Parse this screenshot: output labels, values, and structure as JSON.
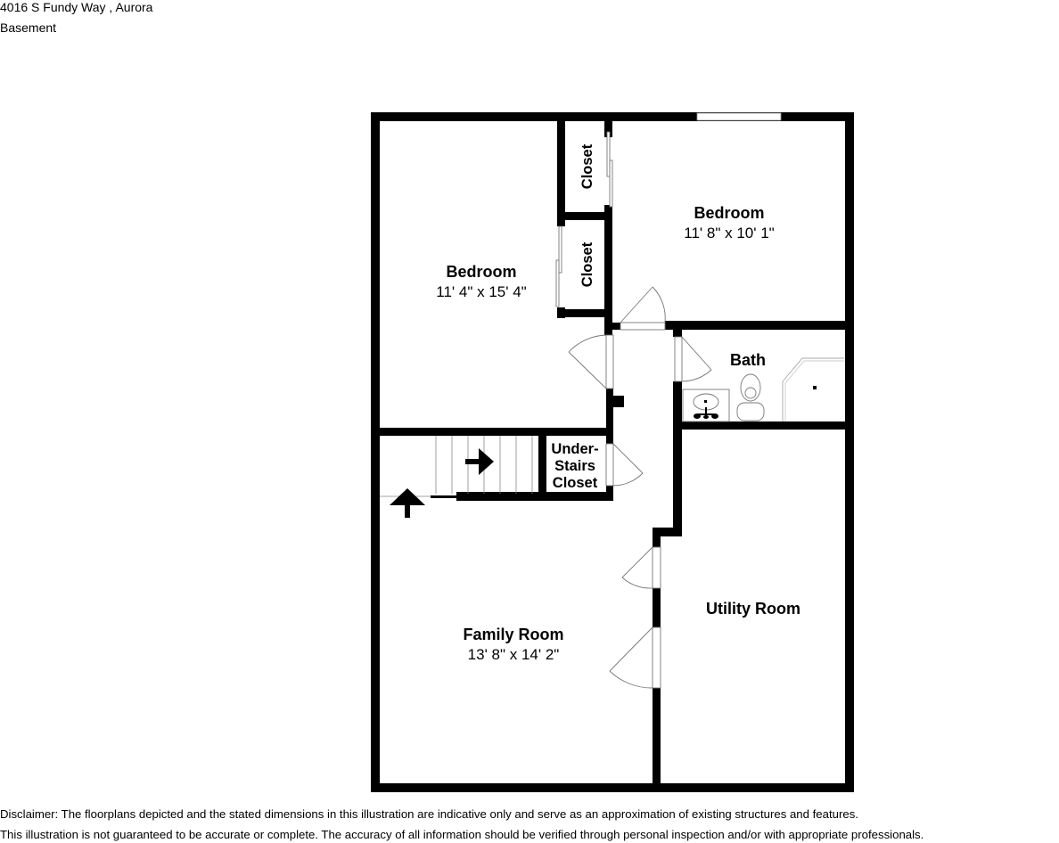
{
  "header": {
    "address": "4016 S Fundy Way , Aurora",
    "level": "Basement"
  },
  "rooms": {
    "bedroom_left": {
      "name": "Bedroom",
      "dims": "11' 4\" x 15' 4\""
    },
    "bedroom_right": {
      "name": "Bedroom",
      "dims": "11' 8\" x 10' 1\""
    },
    "closet_upper": {
      "name": "Closet"
    },
    "closet_lower": {
      "name": "Closet"
    },
    "bath": {
      "name": "Bath"
    },
    "under_stairs": {
      "line1": "Under-",
      "line2": "Stairs",
      "line3": "Closet"
    },
    "family_room": {
      "name": "Family Room",
      "dims": "13' 8\" x 14' 2\""
    },
    "utility_room": {
      "name": "Utility Room"
    }
  },
  "colors": {
    "wall": "#000000",
    "fixture_line": "#808080",
    "background": "#ffffff"
  },
  "disclaimer": {
    "line1": "Disclaimer: The floorplans depicted and the stated dimensions in this illustration are indicative only and serve as an approximation of existing structures and features.",
    "line2": "This illustration is not guaranteed to be accurate or complete. The accuracy of all information should be verified through personal inspection and/or with appropriate professionals."
  }
}
